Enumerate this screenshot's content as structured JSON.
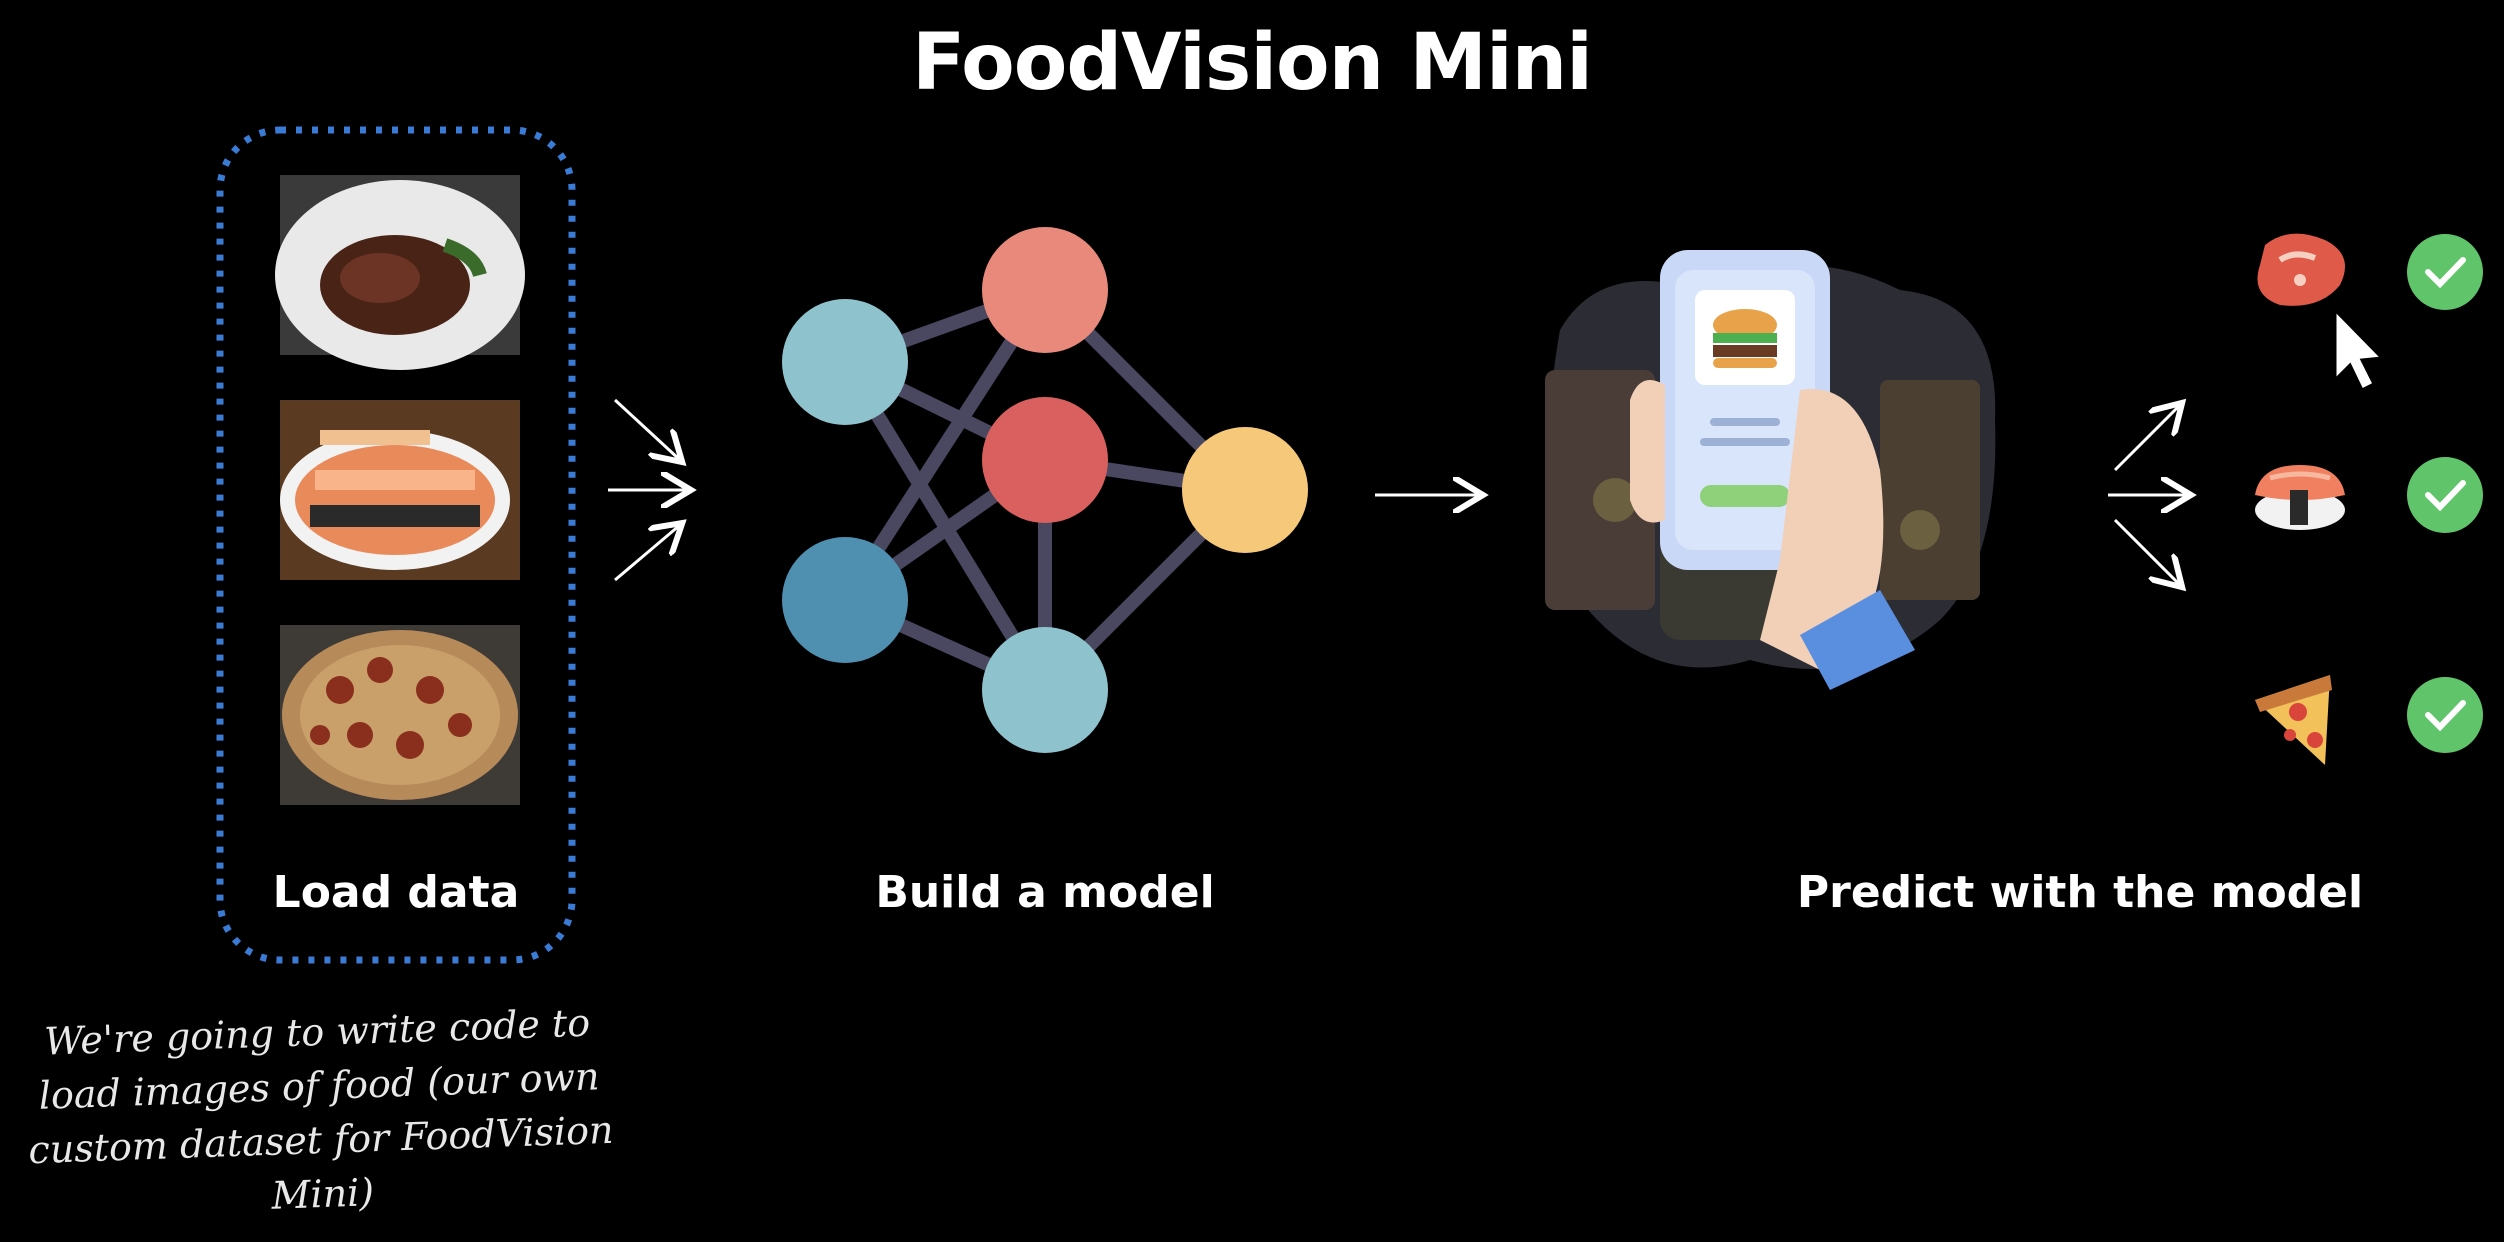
{
  "title": "FoodVision Mini",
  "steps": {
    "load": "Load data",
    "build": "Build a model",
    "predict": "Predict with the model"
  },
  "note": "We're going to write code to load images of food (our own custom dataset for FoodVision Mini)",
  "colors": {
    "dotted_border": "#3a7bd5",
    "node_top": "#e8897c",
    "node_mid": "#d9605e",
    "node_left_top": "#8ec3ce",
    "node_left_bottom": "#4f8fb0",
    "node_bottom": "#8ec3ce",
    "node_out": "#f6c97a",
    "edge": "#4a4760",
    "check": "#5fc46a"
  },
  "icons": [
    "steak-photo",
    "sushi-photo",
    "pizza-photo",
    "neural-network",
    "phone-in-hand",
    "steak-icon",
    "sushi-icon",
    "pizza-icon",
    "check-icon",
    "cursor-icon"
  ]
}
